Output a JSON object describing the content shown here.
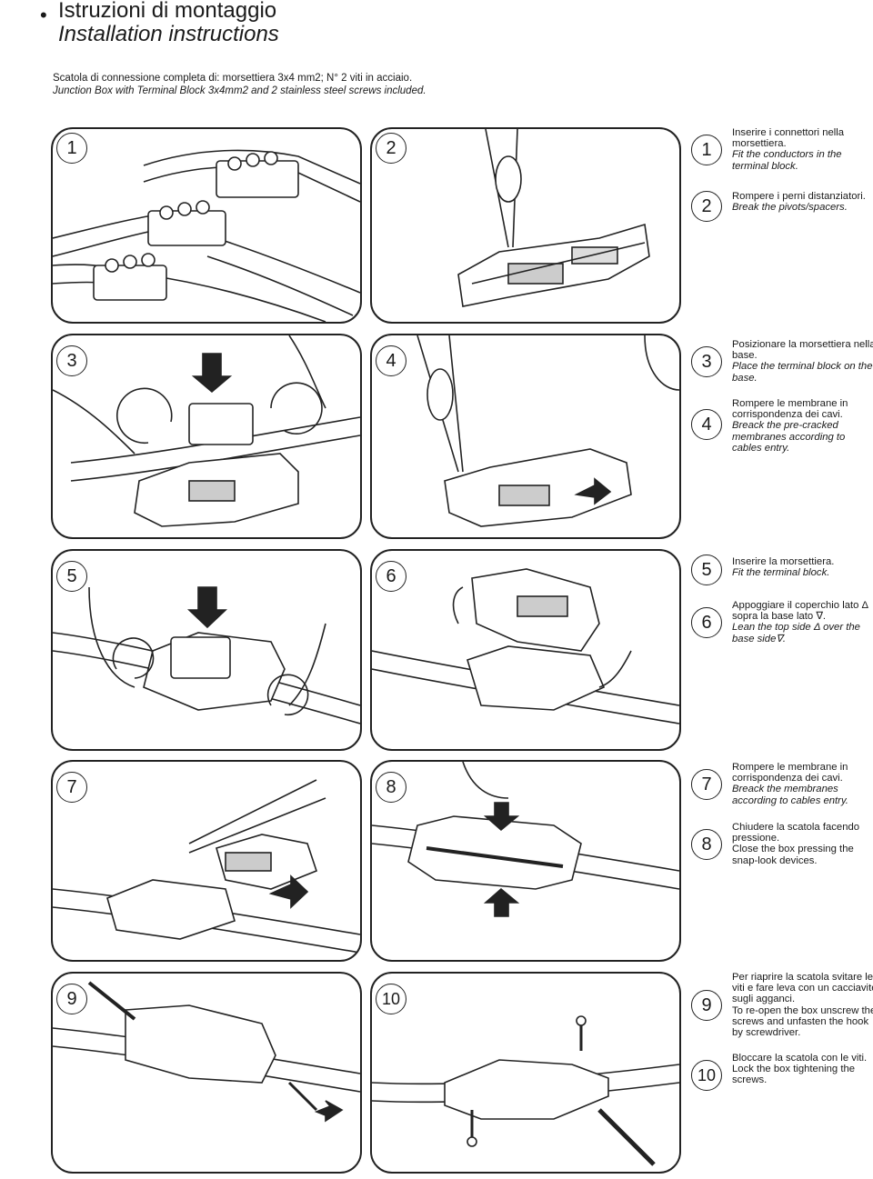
{
  "header": {
    "bullet": "•",
    "title_it": "Istruzioni di montaggio",
    "title_en": "Installation instructions",
    "intro_it": "Scatola di connessione completa di: morsettiera 3x4 mm2; N° 2 viti in acciaio.",
    "intro_en": "Junction Box with Terminal Block 3x4mm2 and 2 stainless steel screws included."
  },
  "panels": [
    {
      "number": "1"
    },
    {
      "number": "2"
    },
    {
      "number": "3"
    },
    {
      "number": "4"
    },
    {
      "number": "5"
    },
    {
      "number": "6"
    },
    {
      "number": "7"
    },
    {
      "number": "8"
    },
    {
      "number": "9"
    },
    {
      "number": "10"
    }
  ],
  "steps": [
    {
      "number": "1",
      "it": "Inserire i connettori nella morsettiera.",
      "en": "Fit the conductors in the terminal block."
    },
    {
      "number": "2",
      "it": "Rompere i perni distanziatori.",
      "en": "Break the pivots/spacers."
    },
    {
      "number": "3",
      "it": "Posizionare la morsettiera nella base.",
      "en": "Place the terminal block on the base."
    },
    {
      "number": "4",
      "it": "Rompere le membrane in corrispondenza dei cavi.",
      "en": "Breack the pre-cracked membranes according to cables entry."
    },
    {
      "number": "5",
      "it": "Inserire la morsettiera.",
      "en": "Fit the terminal block."
    },
    {
      "number": "6",
      "it": "Appoggiare il coperchio lato Δ sopra la base lato ∇.",
      "en": "Lean the top side Δ over the base side∇."
    },
    {
      "number": "7",
      "it": "Rompere le membrane in corrispondenza dei cavi.",
      "en": "Breack the membranes according to cables entry."
    },
    {
      "number": "8",
      "it": "Chiudere la scatola facendo pressione.",
      "en": "Close the box pressing the snap-look devices."
    },
    {
      "number": "9",
      "it": "Per riaprire la scatola svitare le viti e fare leva con un cacciavite sugli agganci.",
      "en": "To re-open the box unscrew the screws and unfasten the hook by screwdriver."
    },
    {
      "number": "10",
      "it": "Bloccare la scatola con le viti.",
      "en": "Lock the box tightening the screws."
    }
  ]
}
